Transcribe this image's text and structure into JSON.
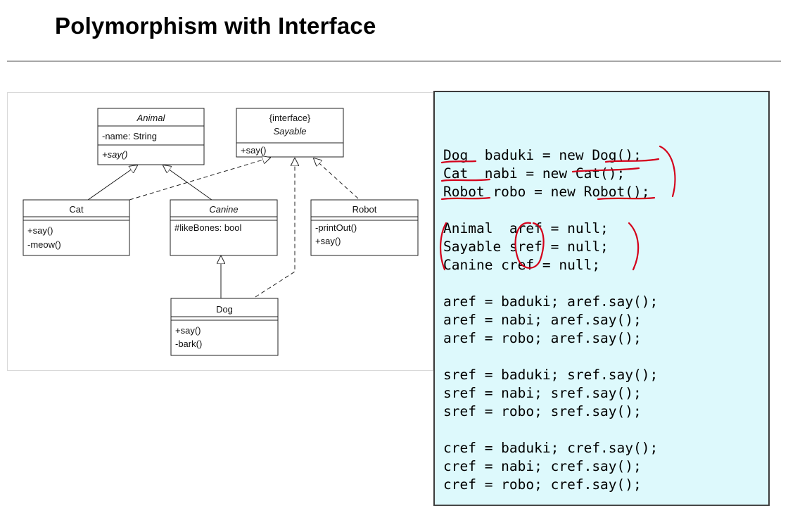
{
  "slide": {
    "title": "Polymorphism with Interface"
  },
  "uml": {
    "animal": {
      "name": "Animal",
      "attribute": "-name: String",
      "method": "+say()"
    },
    "sayable": {
      "stereotype": "{interface}",
      "name": "Sayable",
      "method": "+say()"
    },
    "cat": {
      "name": "Cat",
      "methods": [
        "+say()",
        "-meow()"
      ]
    },
    "canine": {
      "name": "Canine",
      "attribute": "#likeBones: bool"
    },
    "robot": {
      "name": "Robot",
      "methods": [
        "-printOut()",
        "+say()"
      ]
    },
    "dog": {
      "name": "Dog",
      "methods": [
        "+say()",
        "-bark()"
      ]
    }
  },
  "code": {
    "lines": [
      "Dog  baduki = new Dog();",
      "Cat  nabi = new Cat();",
      "Robot robo = new Robot();",
      "",
      "Animal  aref = null;",
      "Sayable sref = null;",
      "Canine cref = null;",
      "",
      "aref = baduki; aref.say();",
      "aref = nabi; aref.say();",
      "aref = robo; aref.say();",
      "",
      "sref = baduki; sref.say();",
      "sref = nabi; sref.say();",
      "sref = robo; sref.say();",
      "",
      "cref = baduki; cref.say();",
      "cref = nabi; cref.say();",
      "cref = robo; cref.say();"
    ]
  },
  "colors": {
    "code_background": "#ddf9fc",
    "annotation_ink": "#d4001a",
    "title_rule": "#a6a6a6"
  }
}
